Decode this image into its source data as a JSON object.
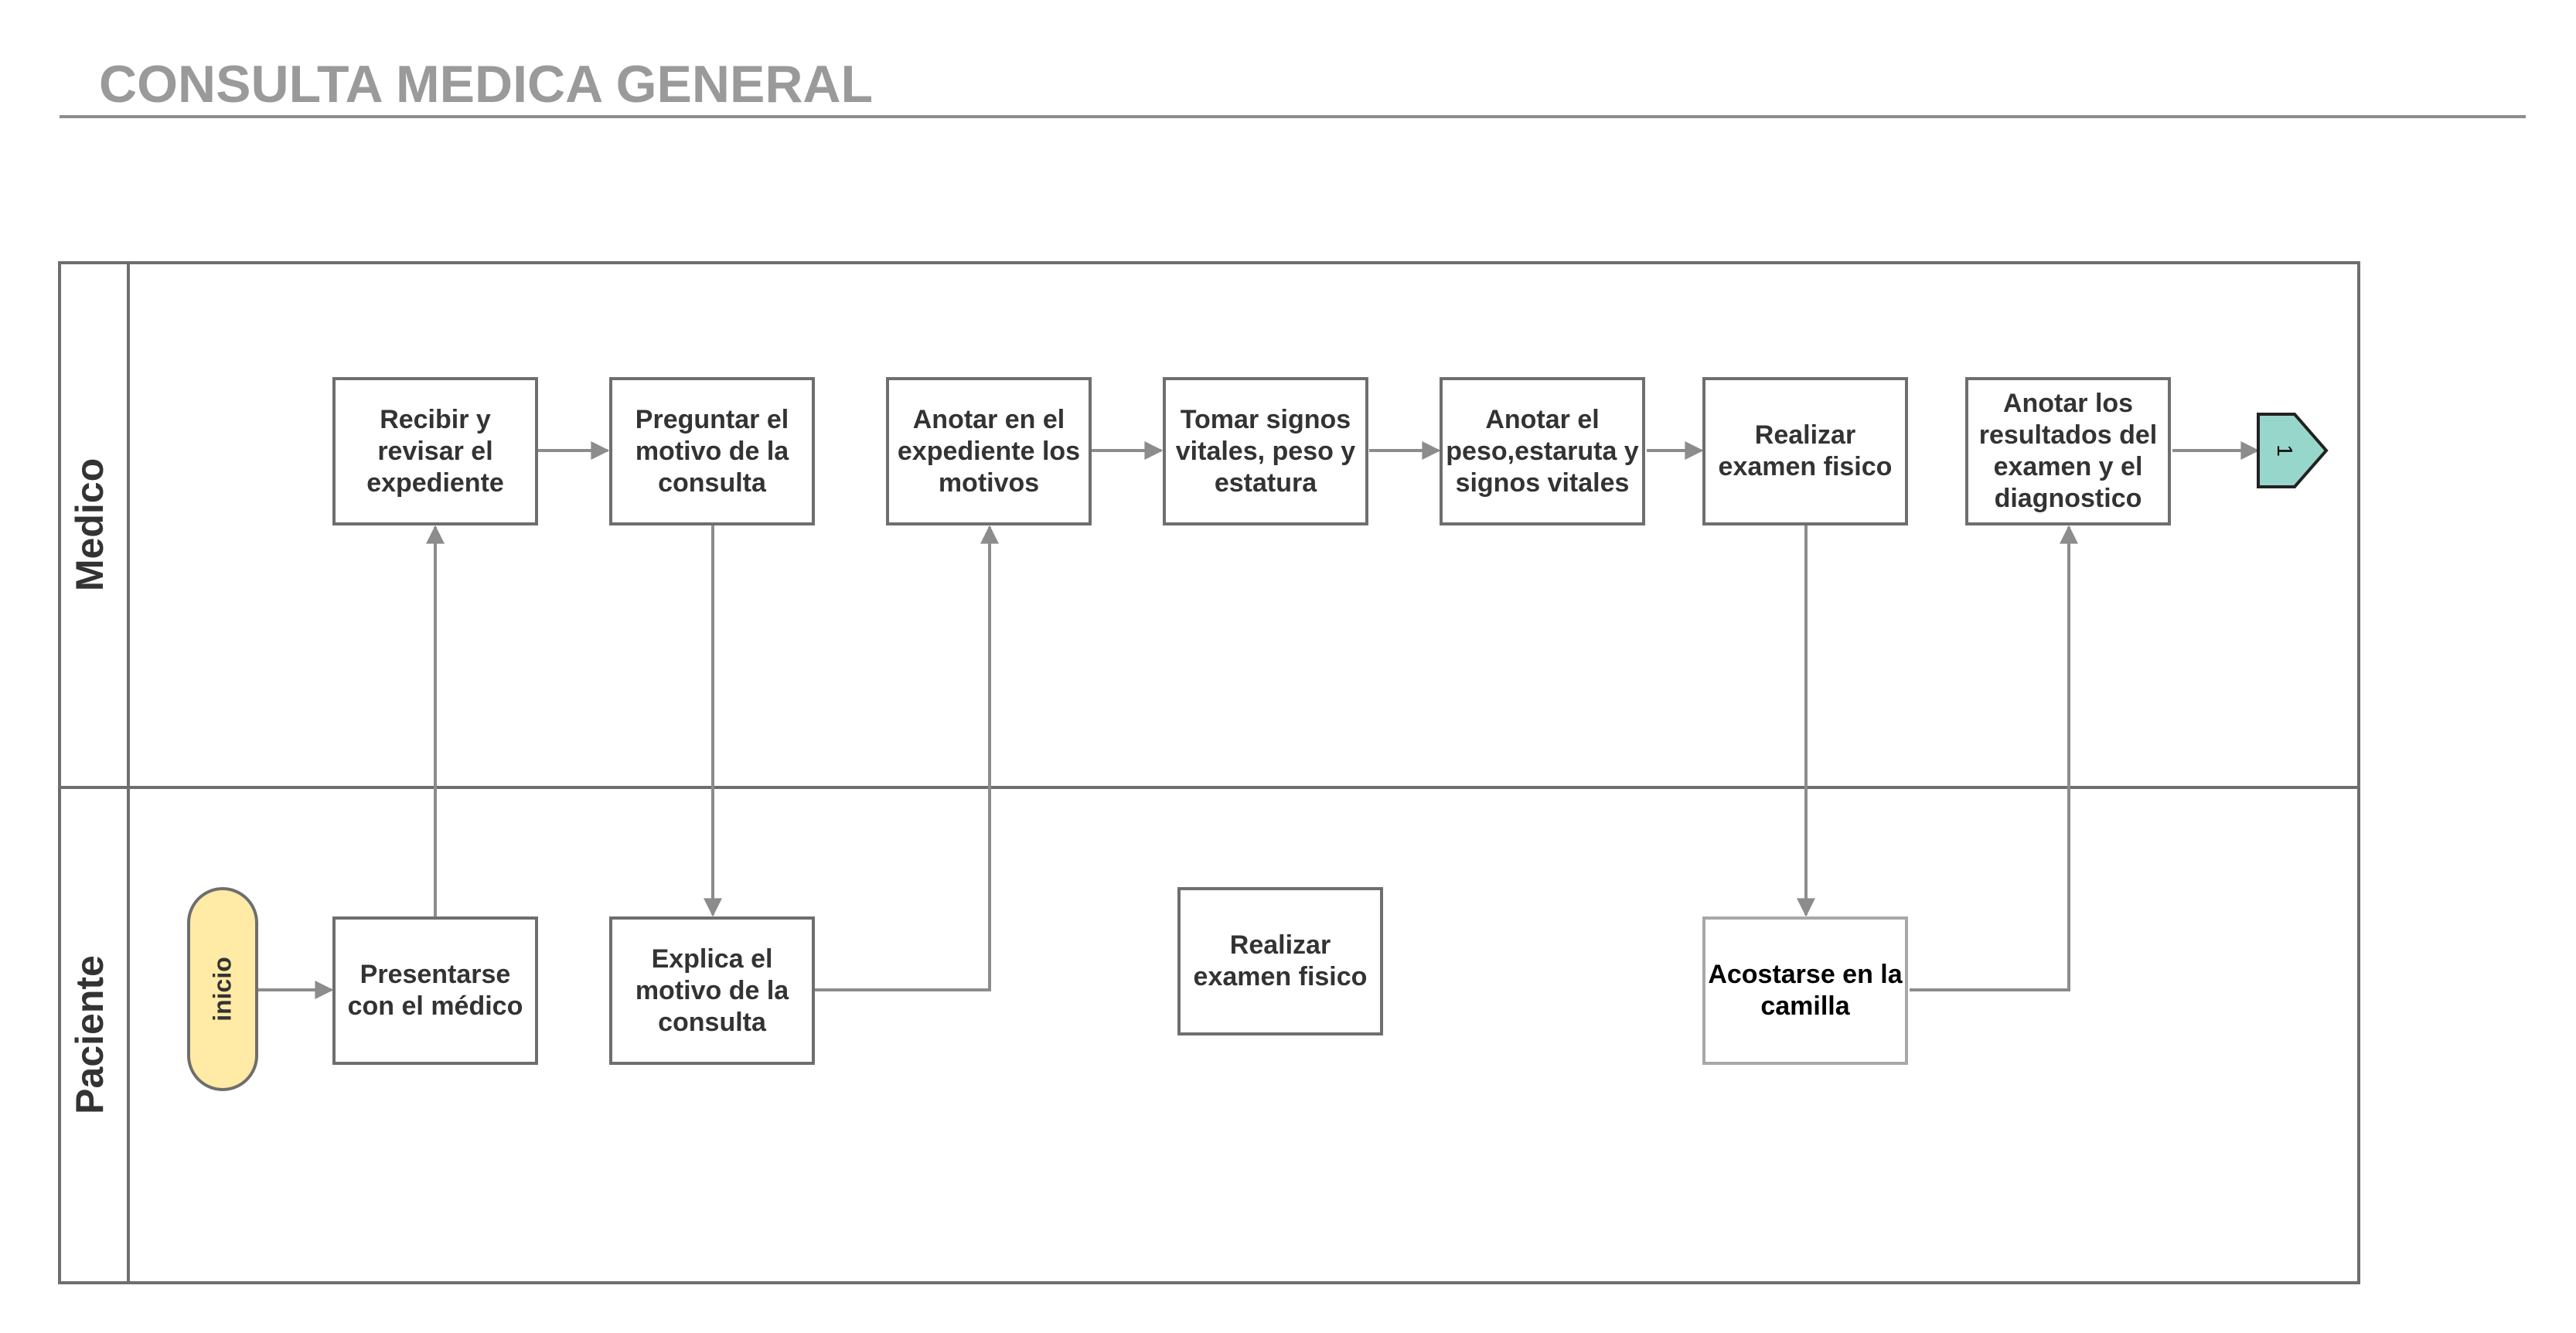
{
  "title": "CONSULTA MEDICA GENERAL",
  "lanes": [
    {
      "name": "Medico"
    },
    {
      "name": "Paciente"
    }
  ],
  "start": {
    "label": "inicio"
  },
  "steps": {
    "recibir": "Recibir y revisar el expediente",
    "preguntar": "Preguntar el motivo de la consulta",
    "anotar_motivos": "Anotar en el expediente los motivos",
    "tomar_signos": "Tomar signos vitales, peso y estatura",
    "anotar_peso": "Anotar el peso,estaruta y signos vitales",
    "realizar_examen": "Realizar examen fisico",
    "anotar_resultados": "Anotar los resultados del examen y el diagnostico",
    "presentarse": "Presentarse con el médico",
    "explica": "Explica el motivo de la consulta",
    "paciente_examen": "Realizar examen fisico",
    "acostarse": "Acostarse en la camilla"
  },
  "connector": {
    "label": "1"
  },
  "colors": {
    "start_fill": "#ffeaa6",
    "connector_fill": "#97d6cb",
    "title": "#9a9a9a",
    "arrow": "#8c8c8c"
  }
}
